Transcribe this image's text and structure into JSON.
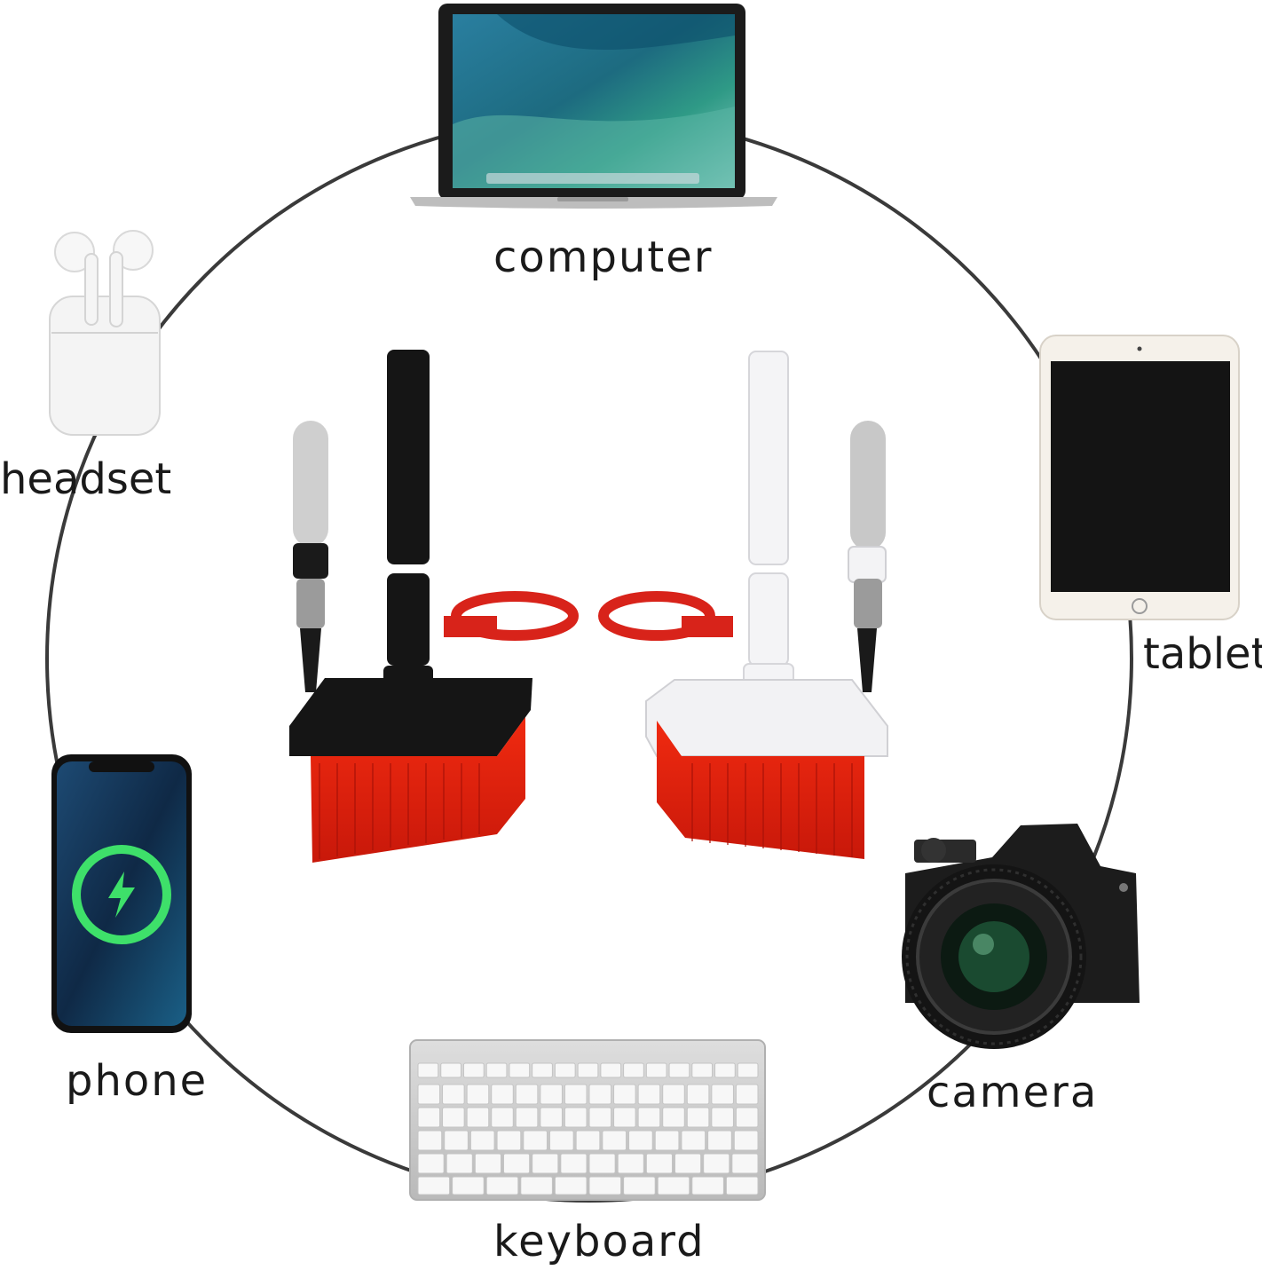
{
  "labels": {
    "computer": "computer",
    "headset": "headset",
    "tablet": "tablet",
    "phone": "phone",
    "camera": "camera",
    "keyboard": "keyboard"
  },
  "colors": {
    "ring": "#3a3a3a",
    "bristle": "#e8230e",
    "brush_black": "#151515",
    "brush_white": "#f2f2f4",
    "keycap_ring": "#d8231a",
    "phone_charge": "#3ee06a"
  },
  "icons": {
    "computer": "laptop-icon",
    "headset": "earbuds-icon",
    "tablet": "tablet-icon",
    "phone": "smartphone-icon",
    "camera": "camera-icon",
    "keyboard": "keyboard-icon"
  }
}
